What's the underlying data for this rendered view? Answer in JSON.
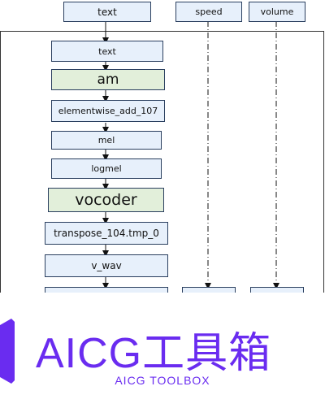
{
  "inputs": {
    "text": "text",
    "speed": "speed",
    "volume": "volume"
  },
  "pipeline": {
    "n_text": "text",
    "n_am": "am",
    "n_add": "elementwise_add_107",
    "n_mel": "mel",
    "n_logmel": "logmel",
    "n_vocoder": "vocoder",
    "n_transpose": "transpose_104.tmp_0",
    "n_vwav": "v_wav"
  },
  "branding": {
    "title": "AICG工具箱",
    "subtitle": "AICG TOOLBOX",
    "color": "#6a2cf0"
  },
  "colors": {
    "node_blue": "#e7f0fb",
    "node_green": "#e2efda",
    "border": "#2a3f5f"
  }
}
